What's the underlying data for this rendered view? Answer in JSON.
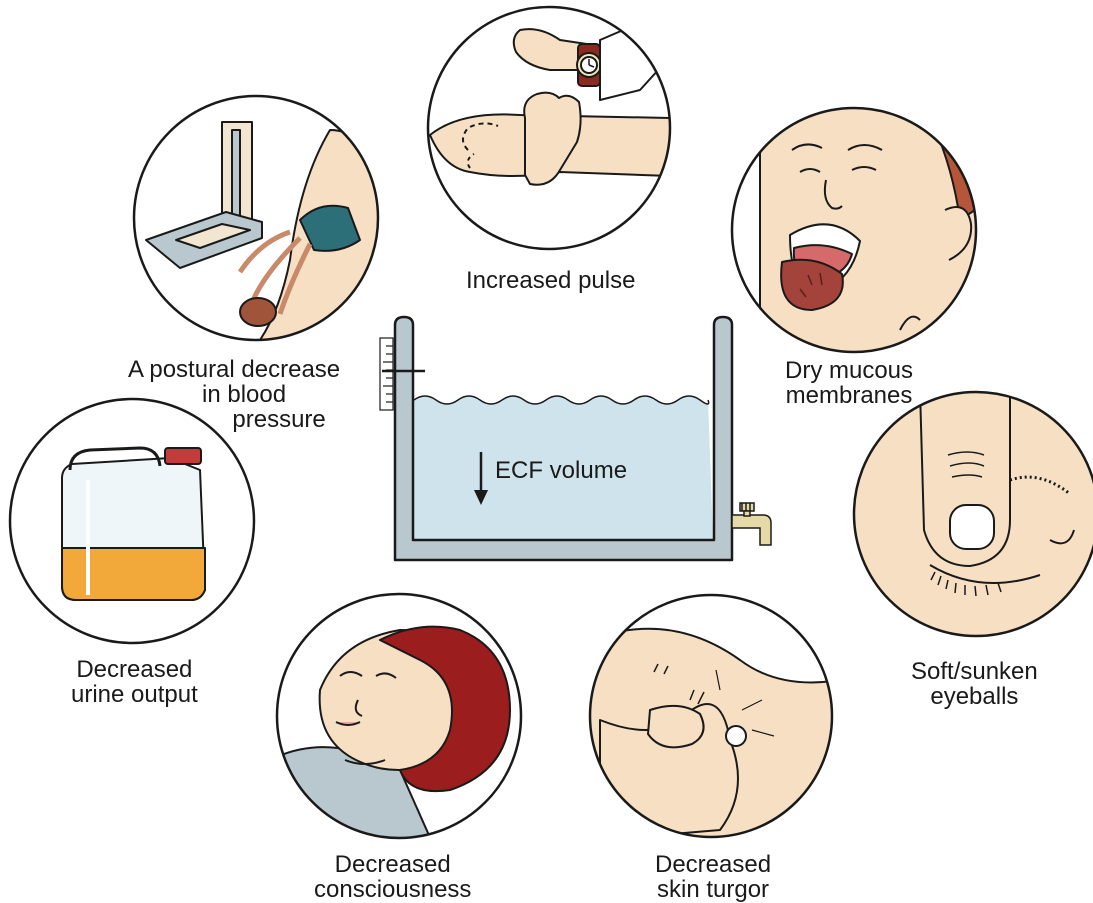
{
  "center": {
    "label": "ECF volume"
  },
  "signs": [
    {
      "id": "pulse",
      "icon": "wrist-pulse-icon",
      "lines": [
        "Increased pulse"
      ]
    },
    {
      "id": "mucous",
      "icon": "dry-tongue-face-icon",
      "lines": [
        "Dry mucous",
        "membranes"
      ]
    },
    {
      "id": "eyeballs",
      "icon": "finger-on-eyelid-icon",
      "lines": [
        "Soft/sunken",
        "eyeballs"
      ]
    },
    {
      "id": "turgor",
      "icon": "pinched-skin-icon",
      "lines": [
        "Decreased",
        "skin turgor"
      ]
    },
    {
      "id": "consciousness",
      "icon": "unconscious-person-icon",
      "lines": [
        "Decreased",
        "consciousness"
      ]
    },
    {
      "id": "urine",
      "icon": "urine-container-icon",
      "lines": [
        "Decreased",
        "urine output"
      ]
    },
    {
      "id": "bp",
      "icon": "sphygmomanometer-icon",
      "lines": [
        "A postural decrease",
        "in blood",
        "pressure"
      ]
    }
  ],
  "colors": {
    "outline": "#1a1a1a",
    "water": "#cfe3ec",
    "tank_wall": "#b9c8ce",
    "skin": "#f7dfc4",
    "urine": "#f2a93a",
    "hair": "#9b1d1d",
    "cuff": "#2d6f78",
    "tongue": "#a4433c"
  }
}
